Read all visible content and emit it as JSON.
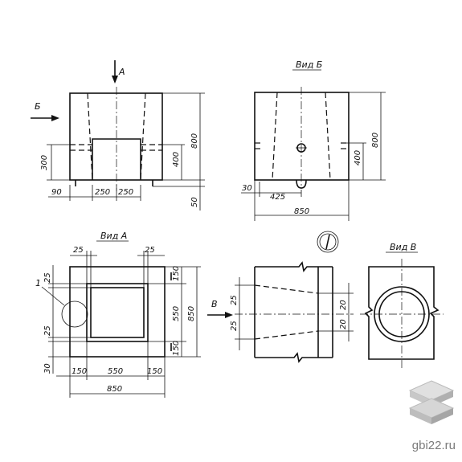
{
  "views": {
    "front_arrow": "А",
    "side_arrow": "Б",
    "view_b_title": "Вид Б",
    "view_a_title": "Вид А",
    "view_v_title": "Вид В",
    "view_v_arrow": "В",
    "callout_mark": "1",
    "section_mark": "1"
  },
  "dims": {
    "front": {
      "d300": "300",
      "d90": "90",
      "d250a": "250",
      "d250b": "250",
      "d400": "400",
      "d800": "800",
      "d50": "50"
    },
    "view_b": {
      "d30": "30",
      "d425": "425",
      "d850": "850",
      "d400": "400",
      "d800": "800"
    },
    "view_a": {
      "d25_top_l": "25",
      "d25_top_r": "25",
      "d25_left_a": "25",
      "d25_left_b": "25",
      "d30": "30",
      "d150_l": "150",
      "d550": "550",
      "d150_r": "150",
      "d850": "850",
      "d150_rt": "150",
      "d550_r": "550",
      "d850_r": "850",
      "d150_rb": "150"
    },
    "section": {
      "d25a": "25",
      "d25b": "25",
      "d20a": "20",
      "d20b": "20"
    }
  },
  "watermark": {
    "text": "gbi22.ru"
  }
}
